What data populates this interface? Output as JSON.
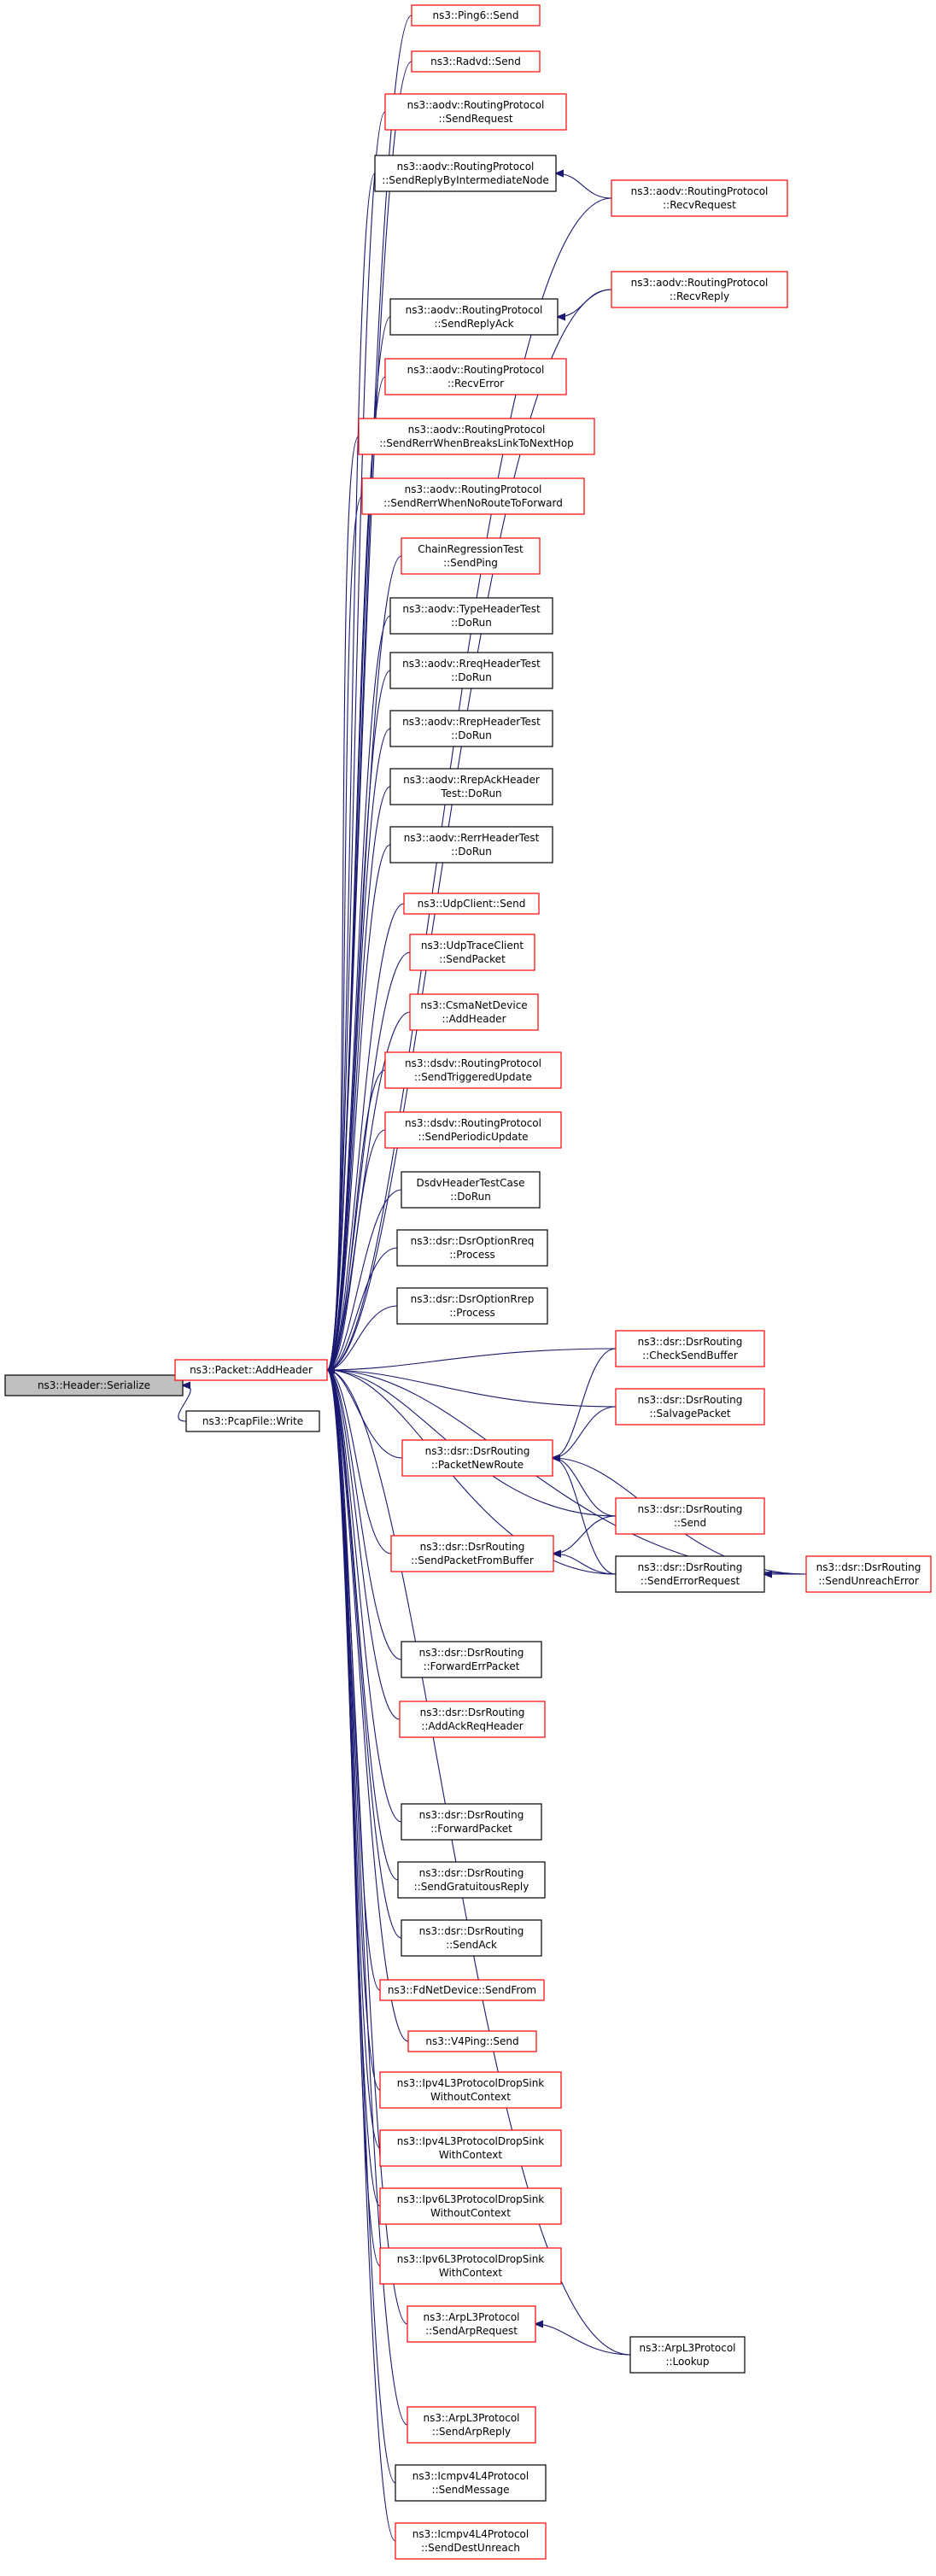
{
  "graph": {
    "colors": {
      "edge": "#191970",
      "linked_border": "#ff0000",
      "plain_border": "#000000",
      "root_fill": "#bfbfbf",
      "background": "#ffffff"
    },
    "nodes": [
      {
        "id": "root",
        "lines": [
          "ns3::Header::Serialize"
        ],
        "style": "root"
      },
      {
        "id": "pa",
        "lines": [
          "ns3::Packet::AddHeader"
        ],
        "style": "red"
      },
      {
        "id": "pcap",
        "lines": [
          "ns3::PcapFile::Write"
        ],
        "style": "black"
      },
      {
        "id": "n1",
        "lines": [
          "ns3::Ping6::Send"
        ],
        "style": "red"
      },
      {
        "id": "n2",
        "lines": [
          "ns3::Radvd::Send"
        ],
        "style": "red"
      },
      {
        "id": "n3",
        "lines": [
          "ns3::aodv::RoutingProtocol",
          "::SendRequest"
        ],
        "style": "red"
      },
      {
        "id": "n4",
        "lines": [
          "ns3::aodv::RoutingProtocol",
          "::SendReplyByIntermediateNode"
        ],
        "style": "black"
      },
      {
        "id": "n4b",
        "lines": [
          "ns3::aodv::RoutingProtocol",
          "::RecvRequest"
        ],
        "style": "red"
      },
      {
        "id": "n5b",
        "lines": [
          "ns3::aodv::RoutingProtocol",
          "::RecvReply"
        ],
        "style": "red"
      },
      {
        "id": "n5",
        "lines": [
          "ns3::aodv::RoutingProtocol",
          "::SendReplyAck"
        ],
        "style": "black"
      },
      {
        "id": "n6",
        "lines": [
          "ns3::aodv::RoutingProtocol",
          "::RecvError"
        ],
        "style": "red"
      },
      {
        "id": "n7",
        "lines": [
          "ns3::aodv::RoutingProtocol",
          "::SendRerrWhenBreaksLinkToNextHop"
        ],
        "style": "red"
      },
      {
        "id": "n8",
        "lines": [
          "ns3::aodv::RoutingProtocol",
          "::SendRerrWhenNoRouteToForward"
        ],
        "style": "red"
      },
      {
        "id": "n9",
        "lines": [
          "ChainRegressionTest",
          "::SendPing"
        ],
        "style": "red"
      },
      {
        "id": "n10",
        "lines": [
          "ns3::aodv::TypeHeaderTest",
          "::DoRun"
        ],
        "style": "black"
      },
      {
        "id": "n11",
        "lines": [
          "ns3::aodv::RreqHeaderTest",
          "::DoRun"
        ],
        "style": "black"
      },
      {
        "id": "n12",
        "lines": [
          "ns3::aodv::RrepHeaderTest",
          "::DoRun"
        ],
        "style": "black"
      },
      {
        "id": "n13",
        "lines": [
          "ns3::aodv::RrepAckHeader",
          "Test::DoRun"
        ],
        "style": "black"
      },
      {
        "id": "n14",
        "lines": [
          "ns3::aodv::RerrHeaderTest",
          "::DoRun"
        ],
        "style": "black"
      },
      {
        "id": "n15",
        "lines": [
          "ns3::UdpClient::Send"
        ],
        "style": "red"
      },
      {
        "id": "n16",
        "lines": [
          "ns3::UdpTraceClient",
          "::SendPacket"
        ],
        "style": "red"
      },
      {
        "id": "n17",
        "lines": [
          "ns3::CsmaNetDevice",
          "::AddHeader"
        ],
        "style": "red"
      },
      {
        "id": "n18",
        "lines": [
          "ns3::dsdv::RoutingProtocol",
          "::SendTriggeredUpdate"
        ],
        "style": "red"
      },
      {
        "id": "n19",
        "lines": [
          "ns3::dsdv::RoutingProtocol",
          "::SendPeriodicUpdate"
        ],
        "style": "red"
      },
      {
        "id": "n20",
        "lines": [
          "DsdvHeaderTestCase",
          "::DoRun"
        ],
        "style": "black"
      },
      {
        "id": "n21",
        "lines": [
          "ns3::dsr::DsrOptionRreq",
          "::Process"
        ],
        "style": "black"
      },
      {
        "id": "n22",
        "lines": [
          "ns3::dsr::DsrOptionRrep",
          "::Process"
        ],
        "style": "black"
      },
      {
        "id": "csb",
        "lines": [
          "ns3::dsr::DsrRouting",
          "::CheckSendBuffer"
        ],
        "style": "red"
      },
      {
        "id": "salv",
        "lines": [
          "ns3::dsr::DsrRouting",
          "::SalvagePacket"
        ],
        "style": "red"
      },
      {
        "id": "pnr",
        "lines": [
          "ns3::dsr::DsrRouting",
          "::PacketNewRoute"
        ],
        "style": "red"
      },
      {
        "id": "dsend",
        "lines": [
          "ns3::dsr::DsrRouting",
          "::Send"
        ],
        "style": "red"
      },
      {
        "id": "spfb",
        "lines": [
          "ns3::dsr::DsrRouting",
          "::SendPacketFromBuffer"
        ],
        "style": "red"
      },
      {
        "id": "ser",
        "lines": [
          "ns3::dsr::DsrRouting",
          "::SendErrorRequest"
        ],
        "style": "black"
      },
      {
        "id": "sue",
        "lines": [
          "ns3::dsr::DsrRouting",
          "::SendUnreachError"
        ],
        "style": "red"
      },
      {
        "id": "fep",
        "lines": [
          "ns3::dsr::DsrRouting",
          "::ForwardErrPacket"
        ],
        "style": "black"
      },
      {
        "id": "aarh",
        "lines": [
          "ns3::dsr::DsrRouting",
          "::AddAckReqHeader"
        ],
        "style": "red"
      },
      {
        "id": "fp",
        "lines": [
          "ns3::dsr::DsrRouting",
          "::ForwardPacket"
        ],
        "style": "black"
      },
      {
        "id": "sgr",
        "lines": [
          "ns3::dsr::DsrRouting",
          "::SendGratuitousReply"
        ],
        "style": "black"
      },
      {
        "id": "sack",
        "lines": [
          "ns3::dsr::DsrRouting",
          "::SendAck"
        ],
        "style": "black"
      },
      {
        "id": "fdsf",
        "lines": [
          "ns3::FdNetDevice::SendFrom"
        ],
        "style": "red"
      },
      {
        "id": "v4p",
        "lines": [
          "ns3::V4Ping::Send"
        ],
        "style": "red"
      },
      {
        "id": "ip4wo",
        "lines": [
          "ns3::Ipv4L3ProtocolDropSink",
          "WithoutContext"
        ],
        "style": "red"
      },
      {
        "id": "ip4w",
        "lines": [
          "ns3::Ipv4L3ProtocolDropSink",
          "WithContext"
        ],
        "style": "red"
      },
      {
        "id": "ip6wo",
        "lines": [
          "ns3::Ipv6L3ProtocolDropSink",
          "WithoutContext"
        ],
        "style": "red"
      },
      {
        "id": "ip6w",
        "lines": [
          "ns3::Ipv6L3ProtocolDropSink",
          "WithContext"
        ],
        "style": "red"
      },
      {
        "id": "sarq",
        "lines": [
          "ns3::ArpL3Protocol",
          "::SendArpRequest"
        ],
        "style": "red"
      },
      {
        "id": "lookup",
        "lines": [
          "ns3::ArpL3Protocol",
          "::Lookup"
        ],
        "style": "black"
      },
      {
        "id": "sarp",
        "lines": [
          "ns3::ArpL3Protocol",
          "::SendArpReply"
        ],
        "style": "red"
      },
      {
        "id": "icm4",
        "lines": [
          "ns3::Icmpv4L4Protocol",
          "::SendMessage"
        ],
        "style": "black"
      },
      {
        "id": "icm4u",
        "lines": [
          "ns3::Icmpv4L4Protocol",
          "::SendDestUnreach"
        ],
        "style": "red"
      }
    ],
    "edges": [
      [
        "pa",
        "root"
      ],
      [
        "pcap",
        "root"
      ],
      [
        "n1",
        "pa"
      ],
      [
        "n2",
        "pa"
      ],
      [
        "n3",
        "pa"
      ],
      [
        "n4",
        "pa"
      ],
      [
        "n4b",
        "pa"
      ],
      [
        "n4b",
        "n4"
      ],
      [
        "n5b",
        "pa"
      ],
      [
        "n5b",
        "n5"
      ],
      [
        "n5",
        "pa"
      ],
      [
        "n6",
        "pa"
      ],
      [
        "n7",
        "pa"
      ],
      [
        "n8",
        "pa"
      ],
      [
        "n9",
        "pa"
      ],
      [
        "n10",
        "pa"
      ],
      [
        "n11",
        "pa"
      ],
      [
        "n12",
        "pa"
      ],
      [
        "n13",
        "pa"
      ],
      [
        "n14",
        "pa"
      ],
      [
        "n15",
        "pa"
      ],
      [
        "n16",
        "pa"
      ],
      [
        "n17",
        "pa"
      ],
      [
        "n18",
        "pa"
      ],
      [
        "n19",
        "pa"
      ],
      [
        "n20",
        "pa"
      ],
      [
        "n21",
        "pa"
      ],
      [
        "n22",
        "pa"
      ],
      [
        "csb",
        "pa"
      ],
      [
        "csb",
        "pnr"
      ],
      [
        "salv",
        "pa"
      ],
      [
        "salv",
        "pnr"
      ],
      [
        "pnr",
        "pa"
      ],
      [
        "dsend",
        "pa"
      ],
      [
        "dsend",
        "pnr"
      ],
      [
        "dsend",
        "spfb"
      ],
      [
        "ser",
        "pnr"
      ],
      [
        "ser",
        "spfb"
      ],
      [
        "spfb",
        "pa"
      ],
      [
        "ser",
        "pa"
      ],
      [
        "sue",
        "pa"
      ],
      [
        "sue",
        "ser"
      ],
      [
        "sue",
        "pnr"
      ],
      [
        "fep",
        "pa"
      ],
      [
        "aarh",
        "pa"
      ],
      [
        "fp",
        "pa"
      ],
      [
        "sgr",
        "pa"
      ],
      [
        "sack",
        "pa"
      ],
      [
        "fdsf",
        "pa"
      ],
      [
        "v4p",
        "pa"
      ],
      [
        "ip4wo",
        "pa"
      ],
      [
        "ip4w",
        "pa"
      ],
      [
        "ip6wo",
        "pa"
      ],
      [
        "ip6w",
        "pa"
      ],
      [
        "sarq",
        "pa"
      ],
      [
        "lookup",
        "sarq"
      ],
      [
        "lookup",
        "pa"
      ],
      [
        "sarp",
        "pa"
      ],
      [
        "icm4",
        "pa"
      ],
      [
        "icm4u",
        "pa"
      ]
    ]
  }
}
